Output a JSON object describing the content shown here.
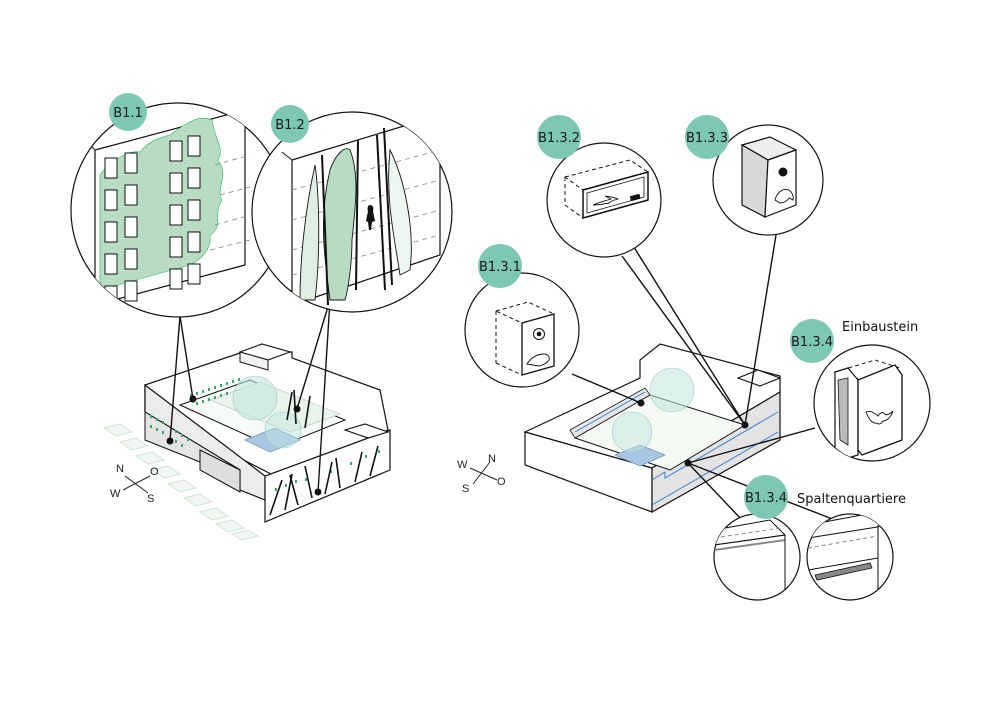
{
  "colors": {
    "badge": "#7cc8b5",
    "green_fill": "#b7dcc2",
    "green_dots": "#3aa867",
    "wall_grey": "#e3e3e3",
    "water": "#a9c6e2",
    "accent_blue": "#3b7fd0",
    "line": "#111111"
  },
  "left_group": {
    "callouts": [
      {
        "id": "B1.1",
        "topic": "facade-greening-climbing-plants"
      },
      {
        "id": "B1.2",
        "topic": "facade-greening-trellis"
      }
    ],
    "compass": {
      "n": "N",
      "o": "O",
      "s": "S",
      "w": "W"
    }
  },
  "right_group": {
    "callouts": [
      {
        "id": "B1.3.1",
        "topic": "nest-box-small-birds",
        "icon": "songbird-icon"
      },
      {
        "id": "B1.3.2",
        "topic": "swift-nest-box",
        "icon": "swift-icon"
      },
      {
        "id": "B1.3.3",
        "topic": "starling-nest-box",
        "icon": "starling-icon"
      },
      {
        "id": "B1.3.4",
        "caption": "Einbaustein",
        "icon": "bat-icon"
      },
      {
        "id": "B1.3.4",
        "caption": "Spaltenquartiere"
      }
    ],
    "compass": {
      "n": "N",
      "o": "O",
      "s": "S",
      "w": "W"
    }
  }
}
